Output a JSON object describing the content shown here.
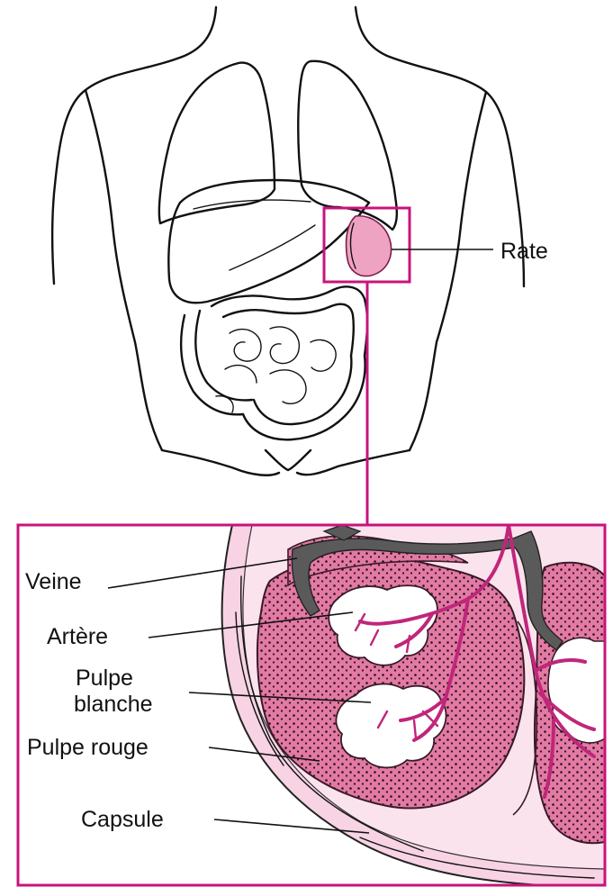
{
  "labels": {
    "rate": "Rate",
    "veine": "Veine",
    "artere": "Artère",
    "pulpe_blanche_line1": "Pulpe",
    "pulpe_blanche_line2": "blanche",
    "pulpe_rouge": "Pulpe rouge",
    "capsule": "Capsule"
  },
  "colors": {
    "highlight": "#c8137c",
    "pulp_red": "#e0779f",
    "pulp_white": "#ffffff",
    "capsule": "#f6cfe0",
    "vein": "#555555",
    "artery": "#c8137c"
  }
}
